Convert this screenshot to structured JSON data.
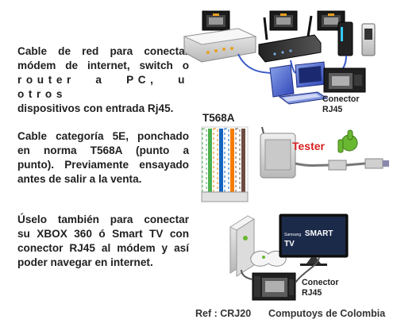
{
  "blocks": [
    {
      "lines": [
        "Cable de red para conectar",
        "módem de internet, switch o",
        "router a PC, u otros",
        "dispositivos con entrada Rj45."
      ]
    },
    {
      "lines": [
        "Cable categoría 5E, ponchado",
        "en norma T568A (punto a",
        "punto). Previamente ensayado",
        "antes de salir a la venta."
      ]
    },
    {
      "lines": [
        "Úselo también para conectar",
        "su XBOX 360 ó Smart TV con",
        "conector RJ45 al módem y así",
        "poder navegar en internet."
      ]
    }
  ],
  "labels": {
    "connector_1": [
      "Conector",
      "RJ45"
    ],
    "t568a": "T568A",
    "tester": "Tester",
    "smart": "Samsung",
    "smart_tv": "SMART TV",
    "connector_2": [
      "Conector",
      "RJ45"
    ]
  },
  "footer": {
    "ref": "Ref : CRJ20",
    "brand": "Computoys de Colombia"
  },
  "colors": {
    "text": "#1f1f1f",
    "tester": "#d62020",
    "thumb": "#6ab832"
  }
}
